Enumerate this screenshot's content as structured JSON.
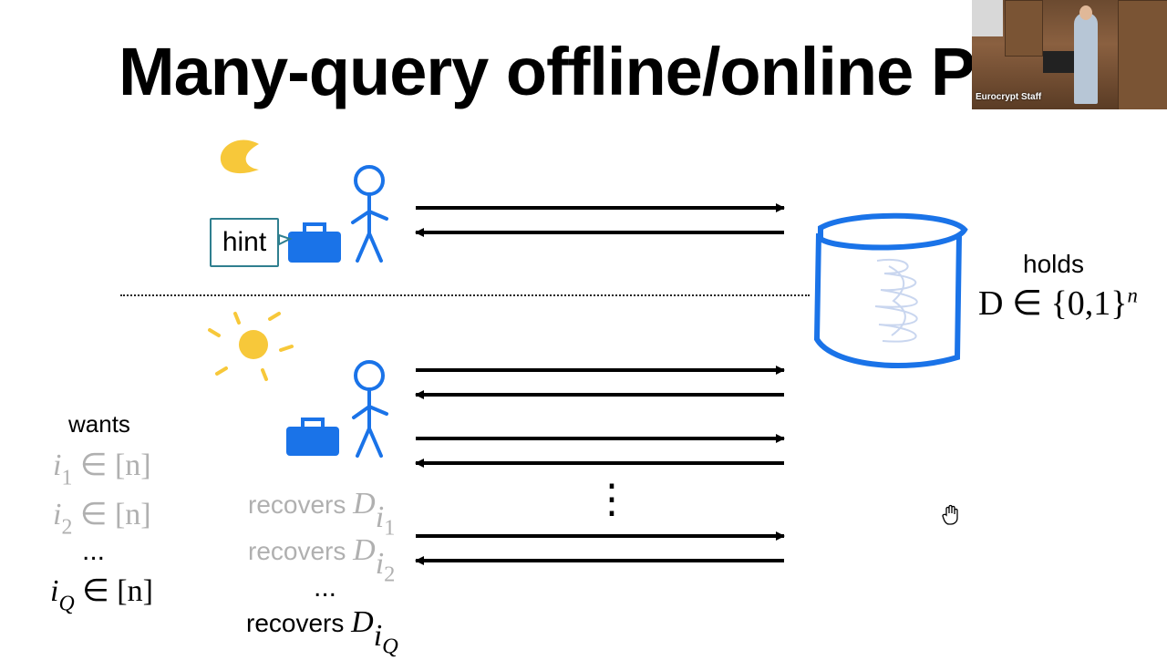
{
  "slide": {
    "title": "Many-query offline/online P",
    "hint_label": "hint",
    "server": {
      "holds_label": "holds",
      "database": "D ∈ {0,1}",
      "database_exp": "n"
    },
    "client": {
      "wants_label": "wants",
      "queries": [
        {
          "var": "i",
          "sub": "1",
          "set": " ∈ [n]"
        },
        {
          "var": "i",
          "sub": "2",
          "set": " ∈ [n]"
        },
        {
          "ellipsis": "..."
        },
        {
          "var": "i",
          "sub": "Q",
          "set": " ∈ [n]"
        }
      ],
      "recovers": [
        {
          "label": "recovers ",
          "var": "D",
          "sub": "i",
          "subsub": "1"
        },
        {
          "label": "recovers ",
          "var": "D",
          "sub": "i",
          "subsub": "2"
        },
        {
          "ellipsis": "..."
        },
        {
          "label": "recovers ",
          "var": "D",
          "sub": "i",
          "subsub": "Q"
        }
      ]
    },
    "vertical_ellipsis": "⋮"
  },
  "webcam": {
    "caption": "Eurocrypt Staff"
  },
  "colors": {
    "stick_figure": "#1a73e8",
    "database": "#1a73e8",
    "moon": "#f7c83a",
    "sun": "#f7c83a",
    "hint_border": "#2f7f8f",
    "faded_text": "#b0b0b0"
  },
  "icons": [
    "moon-icon",
    "sun-icon",
    "person-icon",
    "briefcase-icon",
    "database-icon",
    "hand-cursor-icon"
  ]
}
